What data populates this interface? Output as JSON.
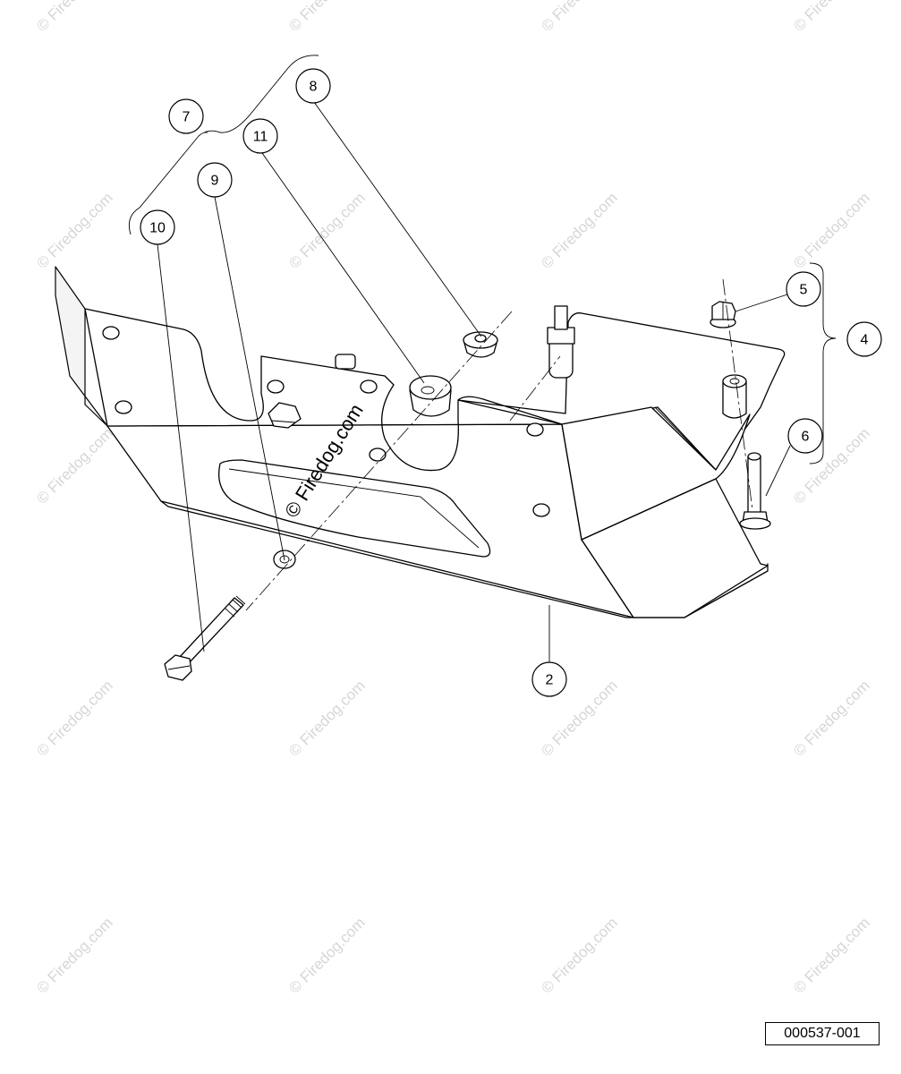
{
  "watermark": {
    "text": "© Firedog.com"
  },
  "callouts": {
    "c2": "2",
    "c4": "4",
    "c5": "5",
    "c6": "6",
    "c7": "7",
    "c8": "8",
    "c9": "9",
    "c10": "10",
    "c11": "11"
  },
  "drawing_code": "000537-001"
}
